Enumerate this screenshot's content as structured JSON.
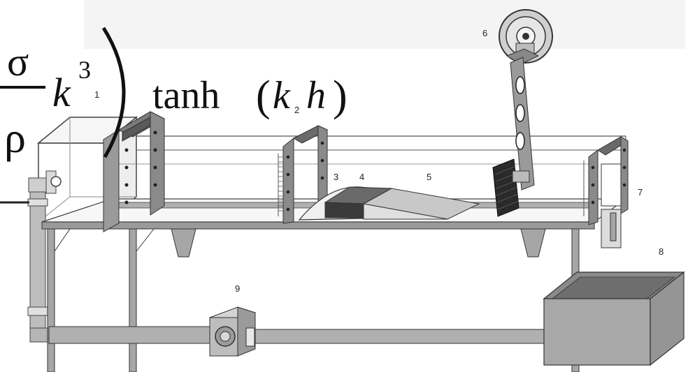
{
  "formula": {
    "sigma": "σ",
    "rho": "ρ",
    "k": "k",
    "k_exp": "3",
    "tanh": "tanh",
    "open_paren": "(",
    "close_paren": ")",
    "arg_k": "k",
    "arg_h": "h",
    "big_close_paren": ")"
  },
  "callouts": {
    "n1": "1",
    "n2": "2",
    "n3": "3",
    "n4": "4",
    "n5": "5",
    "n6": "6",
    "n7": "7",
    "n8": "8",
    "n9": "9"
  },
  "colors": {
    "frame": "#5a5a5a",
    "frame_light": "#9a9a9a",
    "metal": "#bdbdbd",
    "dark": "#2a2a2a",
    "tank_fill": "#a8a8a8",
    "background": "#ffffff"
  }
}
